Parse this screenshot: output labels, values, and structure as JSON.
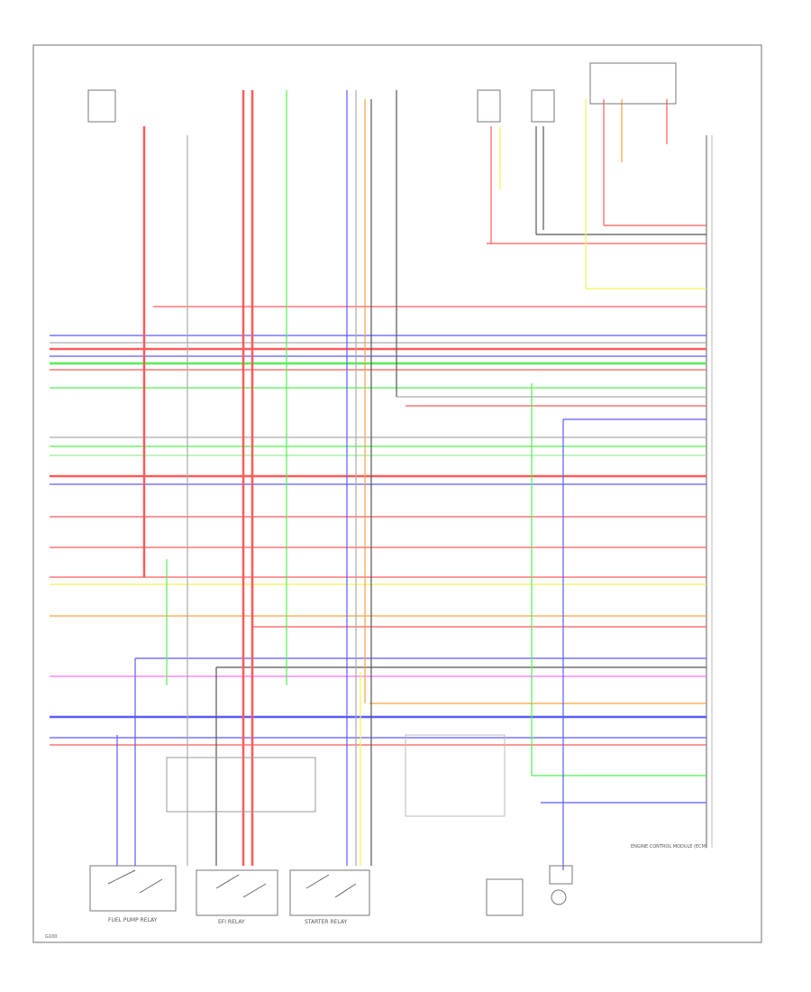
{
  "labels": {
    "fuel_pump_relay": "FUEL PUMP RELAY",
    "efi_relay": "EFI RELAY",
    "starter_relay": "STARTER RELAY",
    "ground_distribution": "G100",
    "ecm_bottom": "ENGINE CONTROL MODULE (ECM)"
  },
  "colors": {
    "red": "#ff5a5a",
    "blue": "#5a5aff",
    "green": "#55ee55",
    "yellow": "#f2f25a",
    "orange": "#ffa040",
    "pink": "#ff70ff",
    "gray": "#aaaaaa",
    "dark": "#555555",
    "light_green": "#99ee99"
  }
}
